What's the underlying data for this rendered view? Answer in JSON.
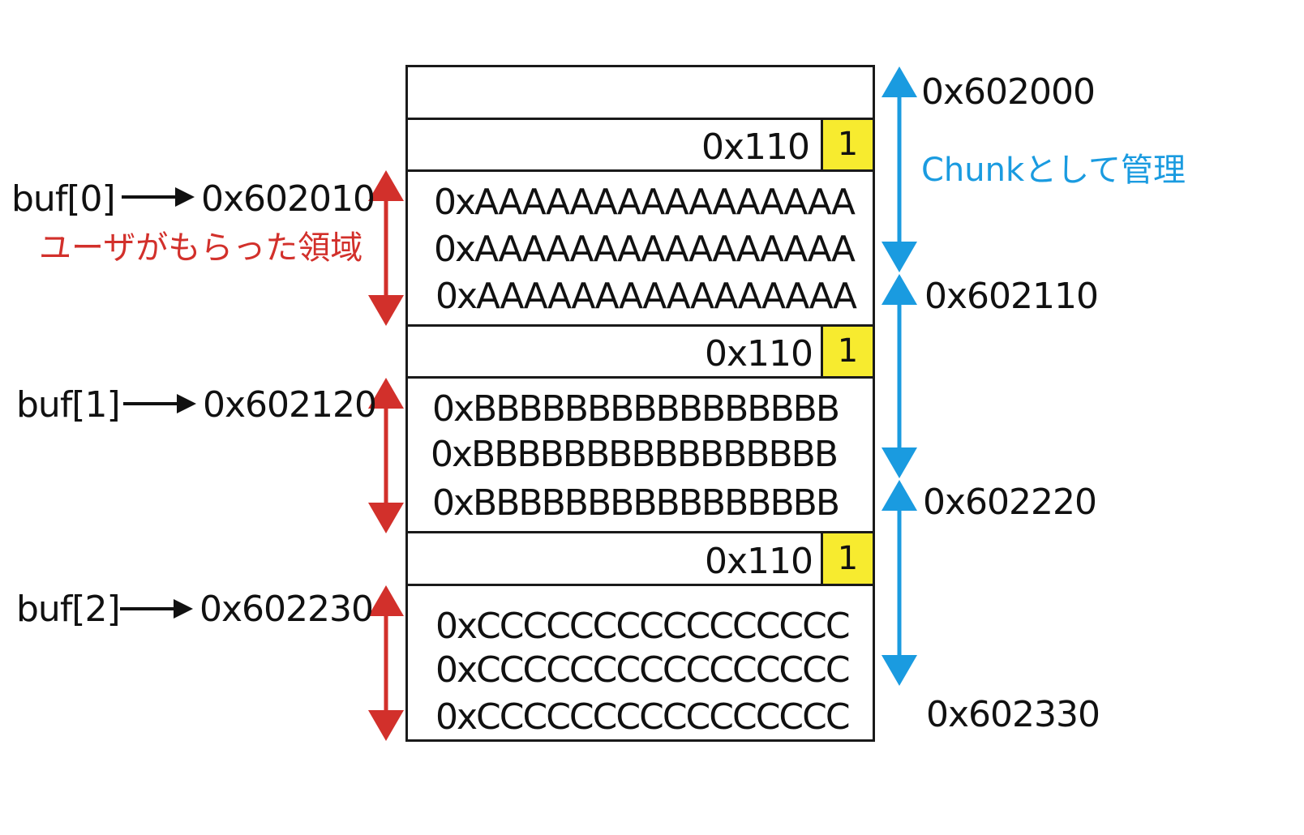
{
  "heap": {
    "addresses": {
      "top": "0x602000",
      "chunk1_end": "0x602110",
      "chunk2_end": "0x602220",
      "chunk3_end": "0x602330"
    },
    "chunks": [
      {
        "size_label": "0x110",
        "flag": "1",
        "rows": [
          "0xAAAAAAAAAAAAAAAA",
          "0xAAAAAAAAAAAAAAAA",
          "0xAAAAAAAAAAAAAAAA"
        ]
      },
      {
        "size_label": "0x110",
        "flag": "1",
        "rows": [
          "0xBBBBBBBBBBBBBBBB",
          "0xBBBBBBBBBBBBBBBB",
          "0xBBBBBBBBBBBBBBBB"
        ]
      },
      {
        "size_label": "0x110",
        "flag": "1",
        "rows": [
          "0xCCCCCCCCCCCCCCCC",
          "0xCCCCCCCCCCCCCCCC",
          "0xCCCCCCCCCCCCCCCC"
        ]
      }
    ]
  },
  "pointers": [
    {
      "name": "buf[0]",
      "address": "0x602010"
    },
    {
      "name": "buf[1]",
      "address": "0x602120"
    },
    {
      "name": "buf[2]",
      "address": "0x602230"
    }
  ],
  "annotations": {
    "user_region": "ユーザがもらった領域",
    "chunk_managed": "Chunkとして管理"
  },
  "colors": {
    "user_arrow": "#d2302b",
    "chunk_arrow": "#1a9be0",
    "flag_fill": "#f7eb2f"
  }
}
